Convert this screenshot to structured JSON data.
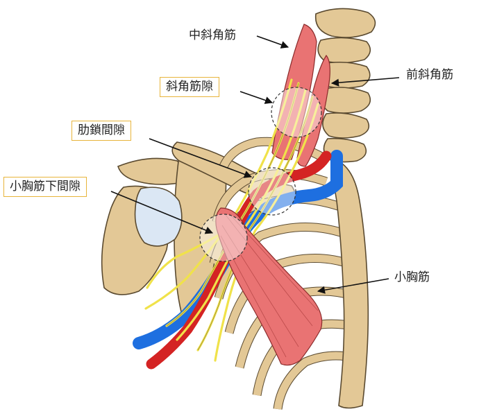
{
  "labels": {
    "middle_scalene": "中斜角筋",
    "anterior_scalene": "前斜角筋",
    "scalene_gap": "斜角筋隙",
    "costoclavicular_gap": "肋鎖間隙",
    "subpectoral_gap": "小胸筋下間隙",
    "pectoralis_minor": "小胸筋"
  },
  "colors": {
    "bone": "#e3c896",
    "bone_outline": "#5a4a30",
    "muscle": "#e97373",
    "artery": "#d42323",
    "vein": "#1e6fe0",
    "nerve": "#f0e24a",
    "box_border": "#e8b43a",
    "highlight": "#ffffff"
  }
}
